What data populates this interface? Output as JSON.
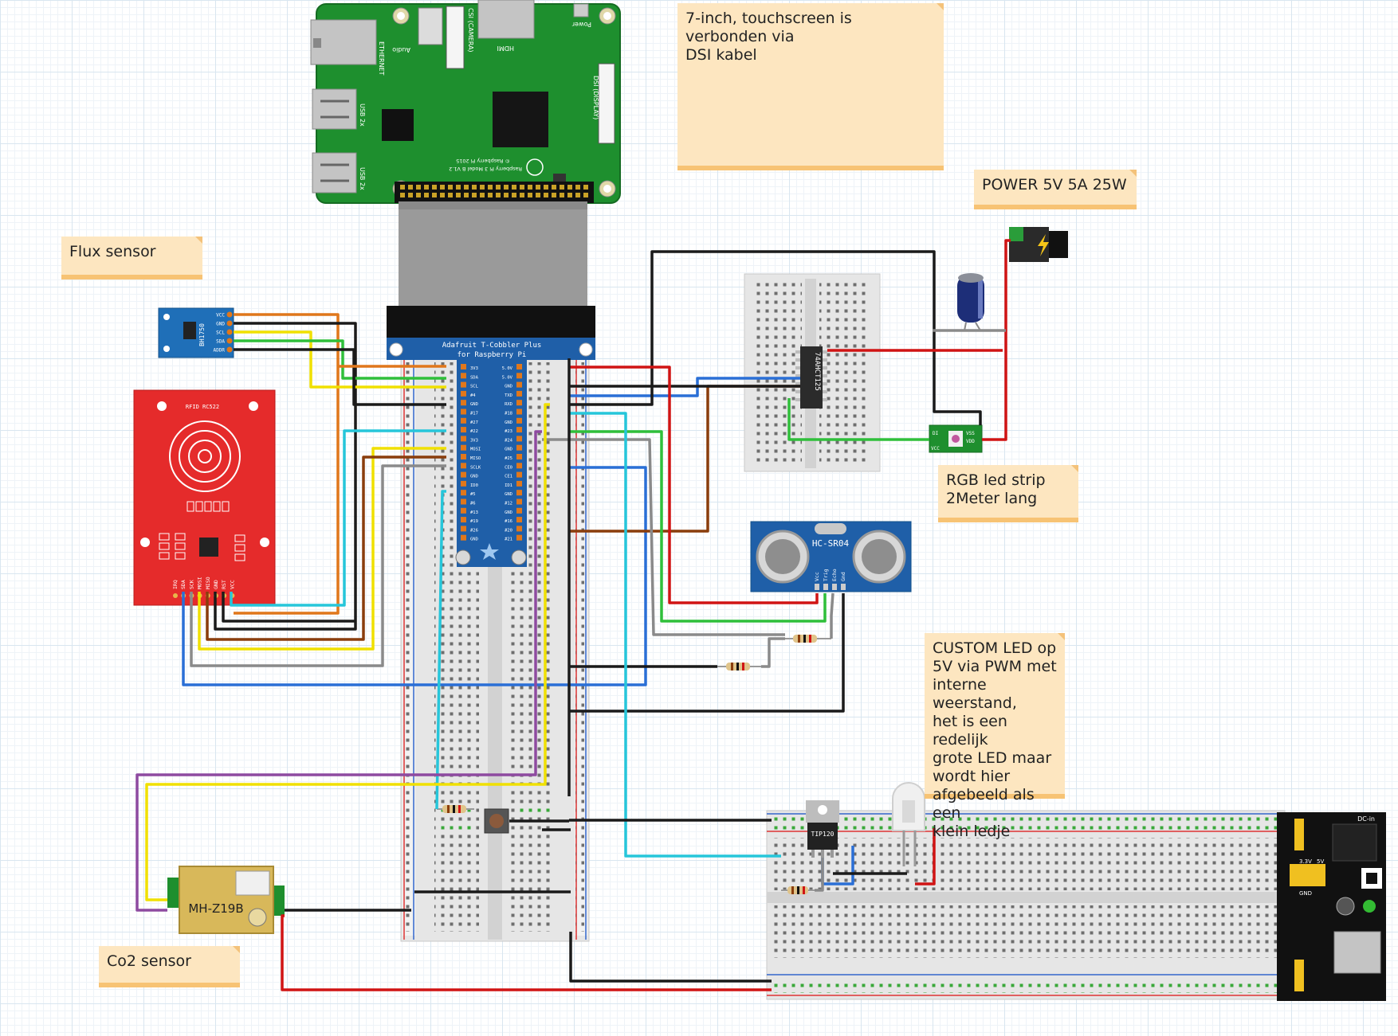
{
  "notes": {
    "touchscreen": "7-inch, touchscreen is verbonden via\nDSI kabel",
    "power": "POWER 5V 5A 25W",
    "flux": "Flux sensor",
    "rgb": "RGB led strip\n2Meter lang",
    "custom_led": "CUSTOM LED op\n5V via PWM met\ninterne weerstand,\nhet is een redelijk\ngrote LED maar\nwordt hier\nafgebeeld als een\nklein ledje",
    "co2": "Co2 sensor"
  },
  "components": {
    "cobbler_line1": "Adafruit T-Cobbler Plus",
    "cobbler_line2": "for Raspberry Pi",
    "rpi_board_text": "Raspberry Pi 3 Model B V1.2",
    "rpi_copyright": "© Raspberry Pi 2015",
    "rpi_ethernet": "ETHERNET",
    "rpi_usb1": "USB 2x",
    "rpi_usb2": "USB 2x",
    "rpi_csi": "CSI (CAMERA)",
    "rpi_audio": "Audio",
    "rpi_hdmi": "HDMI",
    "rpi_power": "Power",
    "rpi_dsi": "DSI (DISPLAY)",
    "bh1750": "BH1750",
    "bh1750_pins": [
      "VCC",
      "GND",
      "SCL",
      "SDA",
      "ADDR"
    ],
    "rfid": "RFID RC522",
    "rfid_pins": [
      "IRQ",
      "SDA",
      "SCK",
      "MOSI",
      "MISO",
      "GND",
      "RST",
      "VCC"
    ],
    "ic": "74AHCT125",
    "sonar": "HC-SR04",
    "sonar_pins": [
      "Vcc",
      "Trig",
      "Echo",
      "Gnd"
    ],
    "co2": "MH-Z19B",
    "transistor": "TIP120",
    "rgb_pins": [
      "DI",
      "VCC",
      "VSS",
      "VDD"
    ],
    "psu_labels": [
      "DC-in",
      "3.3V",
      "5V",
      "GND"
    ],
    "cobbler_left_pins": [
      "3V3",
      "SDA",
      "SCL",
      "#4",
      "GND",
      "#17",
      "#27",
      "#22",
      "3V3",
      "MOSI",
      "MISO",
      "SCLK",
      "GND",
      "ID0",
      "#5",
      "#6",
      "#13",
      "#19",
      "#26",
      "GND"
    ],
    "cobbler_right_pins": [
      "5.0V",
      "5.0V",
      "GND",
      "TXD",
      "RXD",
      "#18",
      "GND",
      "#23",
      "#24",
      "GND",
      "#25",
      "CE0",
      "CE1",
      "ID1",
      "GND",
      "#12",
      "GND",
      "#16",
      "#20",
      "#21"
    ]
  },
  "colors": {
    "wire_red": "#d01414",
    "wire_black": "#1a1a1a",
    "wire_orange": "#e0771b",
    "wire_yellow": "#f0e000",
    "wire_green": "#2fbf3a",
    "wire_blue": "#2a6fd6",
    "wire_cyan": "#26c6da",
    "wire_brown": "#8a3d0c",
    "wire_gray": "#8a8a8a",
    "wire_purple": "#8e4aa0",
    "pcb_green": "#1e8f2e",
    "pcb_red": "#e52b2b",
    "pcb_blue": "#1f5fa8",
    "note_bg": "#fde6c0",
    "note_edge": "#f7c374"
  }
}
